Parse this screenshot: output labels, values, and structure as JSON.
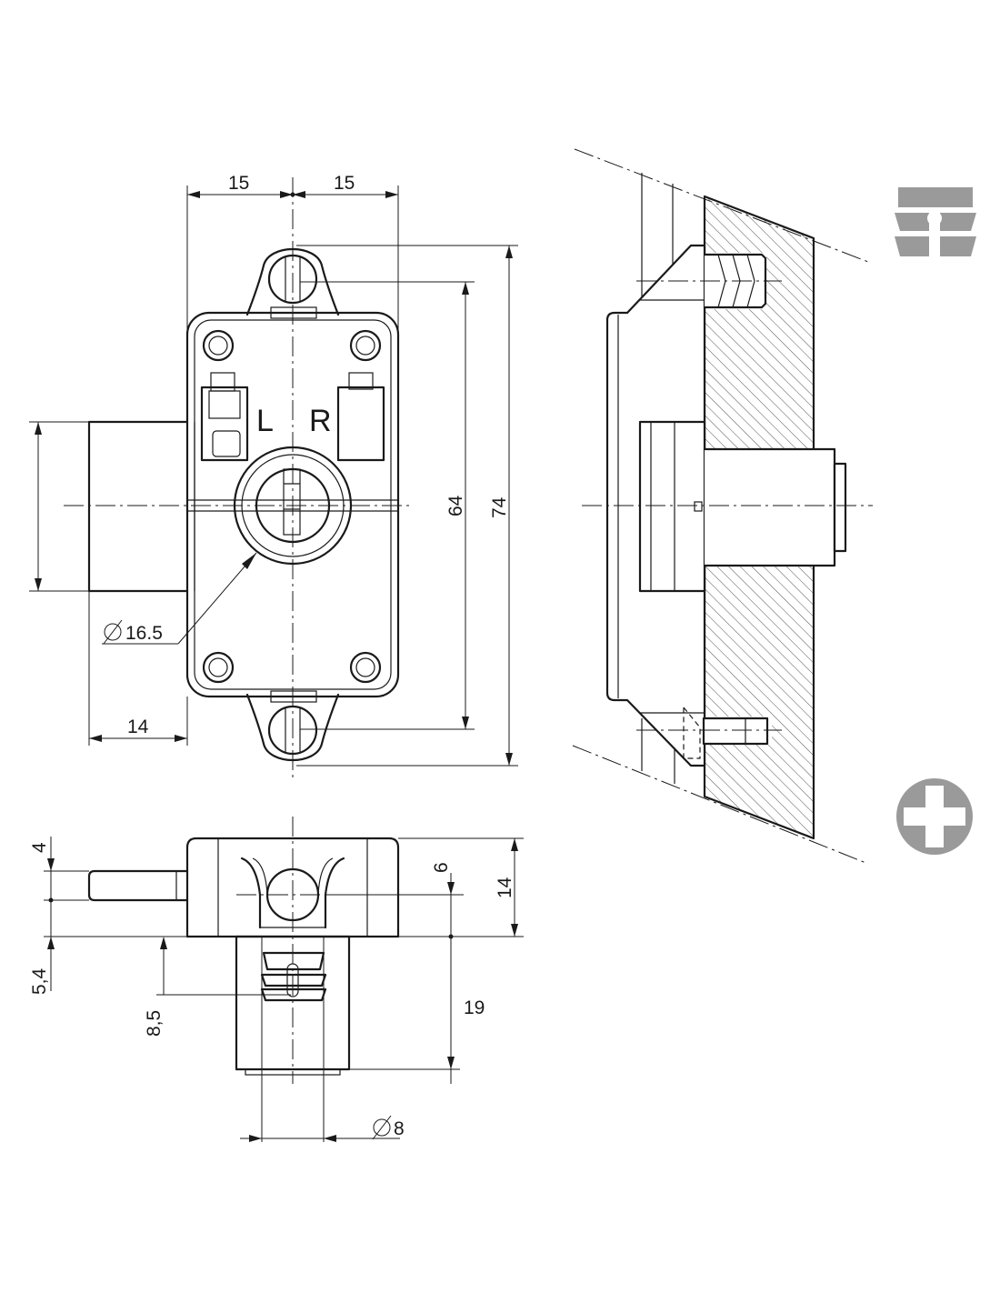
{
  "front_view": {
    "dim_left_half": "15",
    "dim_right_half": "15",
    "dim_inner_height": "64",
    "dim_outer_height": "74",
    "dim_bolt_offset": "14",
    "dim_cylinder_diameter": "16.5",
    "label_left": "L",
    "label_right": "R"
  },
  "bottom_view": {
    "dim_bolt_thickness": "4",
    "dim_bolt_offset": "5,4",
    "dim_center_height": "6",
    "dim_body_height": "14",
    "dim_dowel_offset": "8,5",
    "dim_dowel_length": "19",
    "dim_dowel_diameter": "8"
  },
  "icons": {
    "dowel_icon": "dowel-icon",
    "screw_icon": "phillips-screw-icon",
    "icon_color": "#9a9a9a"
  }
}
